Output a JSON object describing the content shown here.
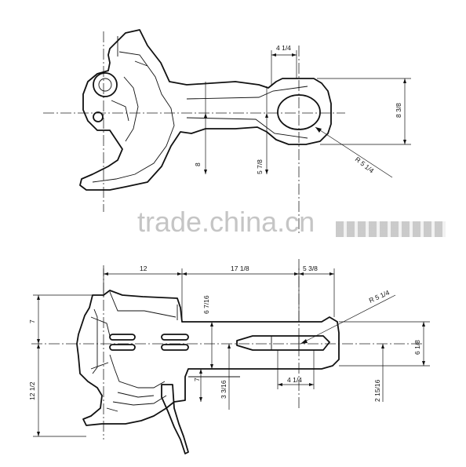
{
  "top_view": {
    "dims": {
      "pin_width": "4 1/4",
      "eye_height": "8 3/8",
      "lower_left": "8",
      "lower_mid": "5 7/8",
      "radius": "R 5 1/4"
    }
  },
  "bottom_view": {
    "dims": {
      "len_a": "12",
      "len_b": "17 1/8",
      "len_c": "5 3/8",
      "radius": "R 5 1/4",
      "upper_left": "7",
      "lower_left": "12 1/2",
      "h_a": "6 7/16",
      "h_b": "7",
      "h_c": "3 3/16",
      "slot_width": "4 1/4",
      "right_upper": "6 1/8",
      "right_lower": "2 15/16"
    }
  },
  "watermark": {
    "text": "trade.china.cn"
  }
}
